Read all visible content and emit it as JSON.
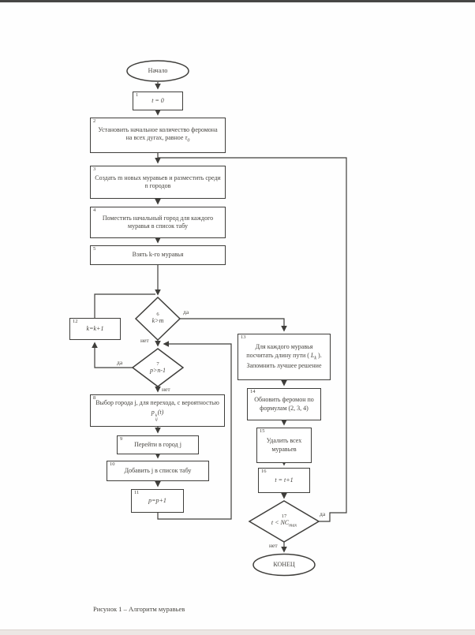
{
  "caption": "Рисунок 1 – Алгоритм муравьев",
  "labels": {
    "yes": "да",
    "no": "нет"
  },
  "nodes": {
    "start": {
      "label": "Начало"
    },
    "b1": {
      "num": "1",
      "text": "t = 0"
    },
    "b2": {
      "num": "2",
      "text": "Установить начальное количество феромона на всех дугах, равное ",
      "tau": "τ",
      "tau_sub": "0"
    },
    "b3": {
      "num": "3",
      "text": "Создать m новых муравьев и разместить среди n городов"
    },
    "b4": {
      "num": "4",
      "text": "Поместить начальный город для каждого муравья в список табу"
    },
    "b5": {
      "num": "5",
      "text": "Взять k-го муравья"
    },
    "d6": {
      "num": "6",
      "text": "k>m"
    },
    "d7": {
      "num": "7",
      "text": "p>n-1"
    },
    "b8": {
      "num": "8",
      "text": "Выбор города j, для перехода, с вероятностью",
      "f_base": "p",
      "f_sup": "k",
      "f_sub": "ij",
      "f_arg": "(t)"
    },
    "b9": {
      "num": "9",
      "text": "Перейти в город j"
    },
    "b10": {
      "num": "10",
      "text": "Добавить j в список табу"
    },
    "b11": {
      "num": "11",
      "text": "p=p+1"
    },
    "b12": {
      "num": "12",
      "text": "k=k+1"
    },
    "b13": {
      "num": "13",
      "text_pre": "Для каждого муравья посчитать длину пути ( ",
      "l_base": "L",
      "l_sub": "k",
      "text_post": " ).  Запомнить лучшее решение"
    },
    "b14": {
      "num": "14",
      "text": "Обновить феромон по формулам (2, 3, 4)"
    },
    "b15": {
      "num": "15",
      "text": "Удалить всех муравьев"
    },
    "b16": {
      "num": "16",
      "text": "t = t+1"
    },
    "d17": {
      "num": "17",
      "f_base": "t < NC",
      "f_sub": "max"
    },
    "end": {
      "label": "КОНЕЦ"
    }
  }
}
